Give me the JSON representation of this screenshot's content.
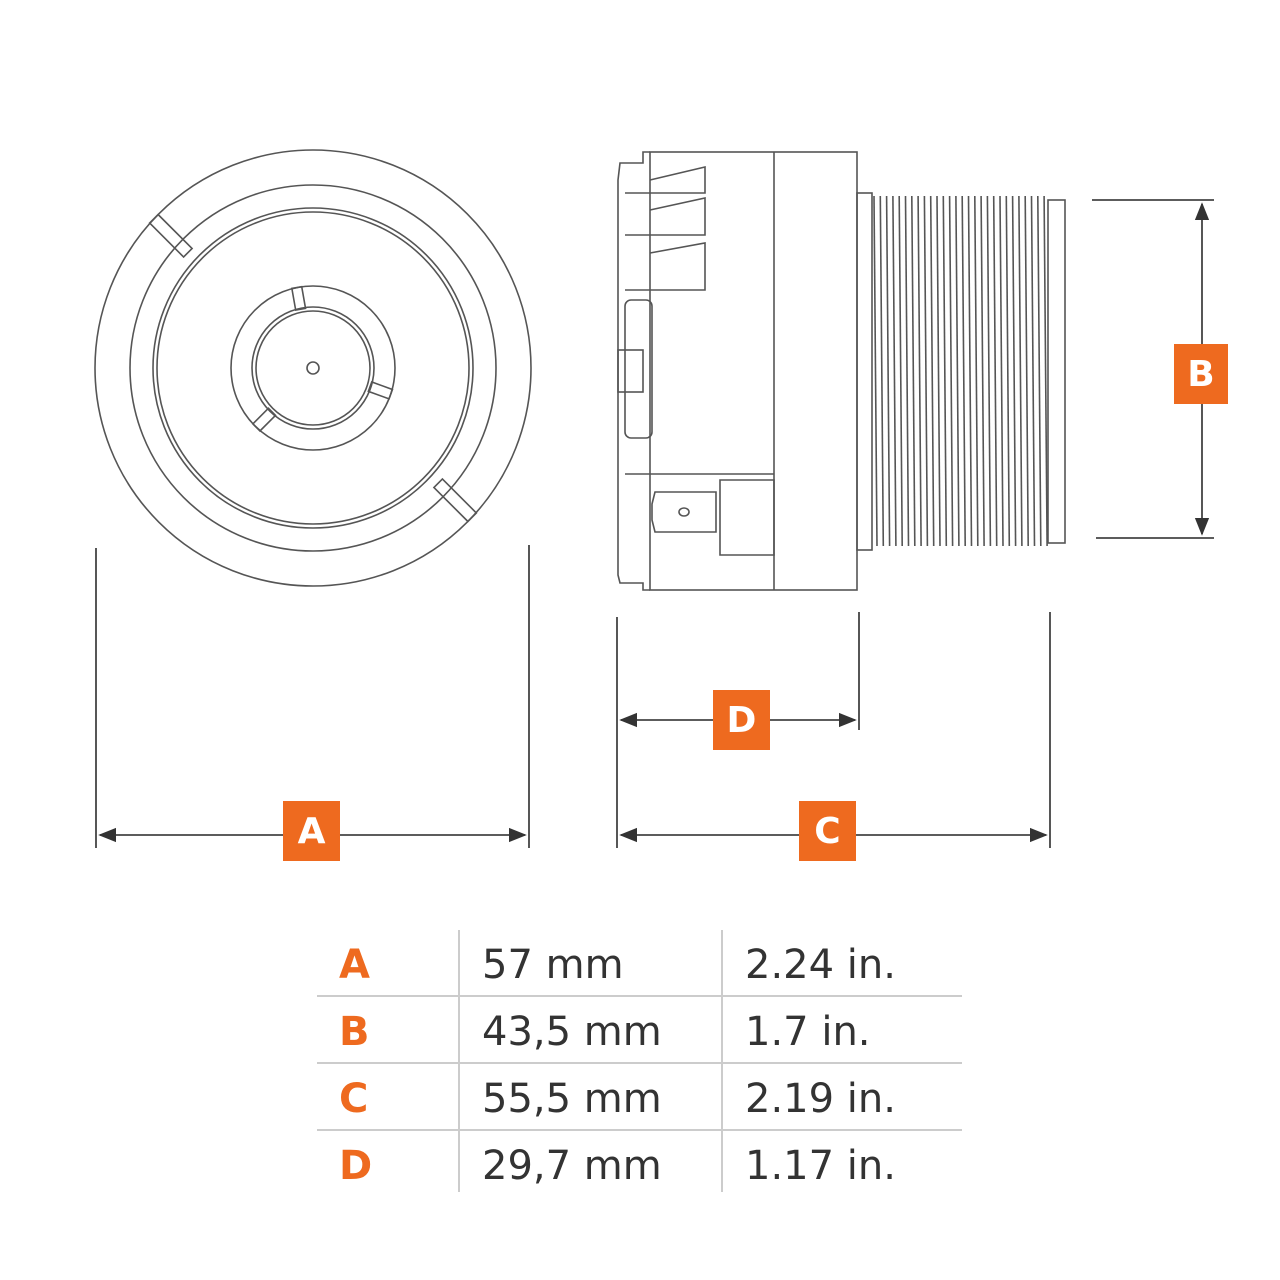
{
  "accent_color": "#ee6a1f",
  "labels": {
    "a": "A",
    "b": "B",
    "c": "C",
    "d": "D"
  },
  "table": {
    "rows": [
      {
        "key": "A",
        "mm": "57 mm",
        "in": "2.24 in."
      },
      {
        "key": "B",
        "mm": "43,5 mm",
        "in": "1.7 in."
      },
      {
        "key": "C",
        "mm": "55,5 mm",
        "in": "2.19 in."
      },
      {
        "key": "D",
        "mm": "29,7 mm",
        "in": "1.17 in."
      }
    ]
  }
}
